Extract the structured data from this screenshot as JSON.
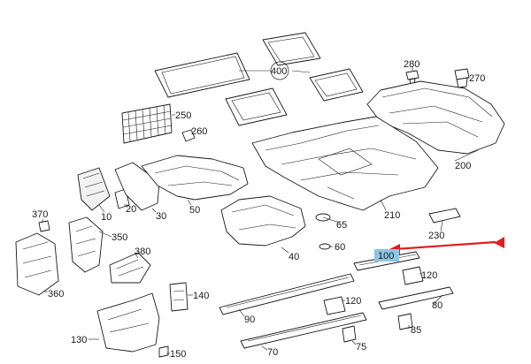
{
  "colors": {
    "line": "#1a1a1a",
    "highlight": "#8fc4e4",
    "arrow": "#e31b23",
    "background": "#ffffff"
  },
  "callouts": [
    {
      "id": "c400",
      "text": "400"
    },
    {
      "id": "c280",
      "text": "280"
    },
    {
      "id": "c270",
      "text": "270"
    },
    {
      "id": "c250",
      "text": "250"
    },
    {
      "id": "c260",
      "text": "260"
    },
    {
      "id": "c200",
      "text": "200"
    },
    {
      "id": "c10",
      "text": "10"
    },
    {
      "id": "c20",
      "text": "20"
    },
    {
      "id": "c30",
      "text": "30"
    },
    {
      "id": "c50",
      "text": "50"
    },
    {
      "id": "c65",
      "text": "65"
    },
    {
      "id": "c210",
      "text": "210"
    },
    {
      "id": "c370",
      "text": "370"
    },
    {
      "id": "c350",
      "text": "350"
    },
    {
      "id": "c380",
      "text": "380"
    },
    {
      "id": "c230",
      "text": "230"
    },
    {
      "id": "c60",
      "text": "60"
    },
    {
      "id": "c40",
      "text": "40"
    },
    {
      "id": "c100",
      "text": "100"
    },
    {
      "id": "c360",
      "text": "360"
    },
    {
      "id": "c140",
      "text": "140"
    },
    {
      "id": "c120a",
      "text": "120"
    },
    {
      "id": "c120b",
      "text": "120"
    },
    {
      "id": "c90",
      "text": "90"
    },
    {
      "id": "c80",
      "text": "80"
    },
    {
      "id": "c130",
      "text": "130"
    },
    {
      "id": "c85",
      "text": "85"
    },
    {
      "id": "c75",
      "text": "75"
    },
    {
      "id": "c150",
      "text": "150"
    },
    {
      "id": "c70",
      "text": "70"
    }
  ]
}
